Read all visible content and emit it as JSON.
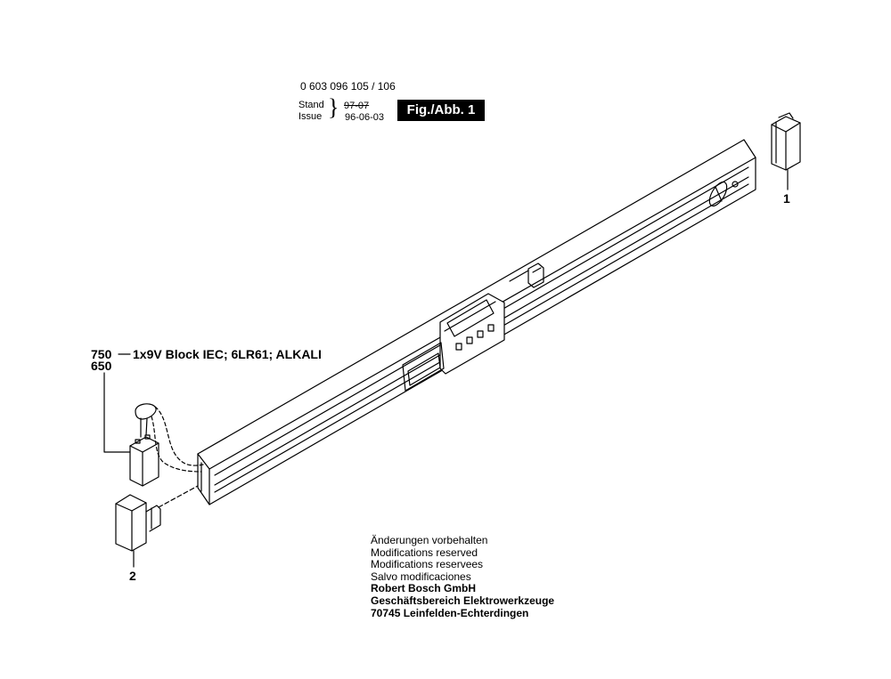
{
  "header": {
    "part_number": "0 603 096 105 / 106",
    "stand_label": "Stand",
    "issue_label": "Issue",
    "old_date": "97-07",
    "issue_date": "96-06-03",
    "figure_label": "Fig./Abb. 1"
  },
  "callouts": {
    "item_1": "1",
    "item_2": "2",
    "item_750": "750",
    "item_650": "650",
    "battery_description": "1x9V Block IEC; 6LR61; ALKALI"
  },
  "notes": {
    "modifications": [
      "Änderungen vorbehalten",
      "Modifications reserved",
      "Modifications reservees",
      "Salvo modificaciones"
    ],
    "company": [
      "Robert Bosch GmbH",
      "Geschäftsbereich Elektrowerkzeuge",
      "70745 Leinfelden-Echterdingen"
    ]
  }
}
